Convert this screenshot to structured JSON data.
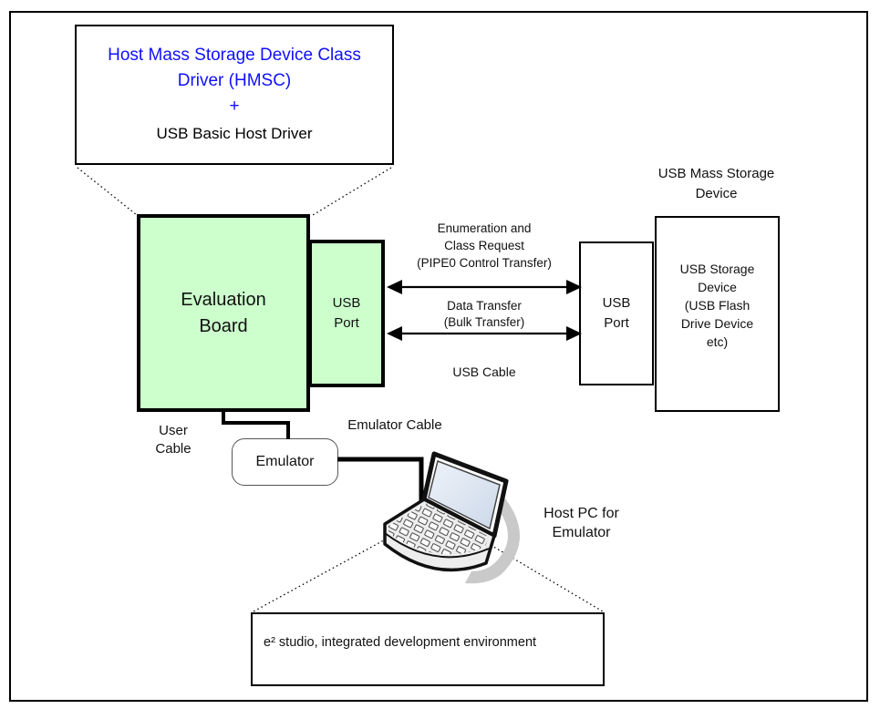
{
  "top_box": {
    "title_line1": "Host Mass Storage Device Class",
    "title_line2": "Driver (HMSC)",
    "plus": "+",
    "subtitle": "USB Basic Host Driver"
  },
  "board": {
    "line1": "Evaluation",
    "line2": "Board"
  },
  "board_port": {
    "line1": "USB",
    "line2": "Port"
  },
  "bus": {
    "control_line1": "Enumeration and",
    "control_line2": "Class Request",
    "control_line3": "(PIPE0 Control Transfer)",
    "data_line1": "Data Transfer",
    "data_line2": "(Bulk Transfer)",
    "cable_label": "USB Cable"
  },
  "device": {
    "title_line1": "USB Mass Storage",
    "title_line2": "Device",
    "port_line1": "USB",
    "port_line2": "Port",
    "storage_line1": "USB Storage",
    "storage_line2": "Device",
    "storage_line3": "(USB Flash",
    "storage_line4": "Drive Device",
    "storage_line5": "etc)"
  },
  "debug": {
    "user_cable_line1": "User",
    "user_cable_line2": "Cable",
    "emulator_label": "Emulator",
    "emulator_cable_label": "Emulator Cable",
    "host_pc_line1": "Host PC for",
    "host_pc_line2": "Emulator"
  },
  "ide": {
    "label": "e² studio, integrated development environment"
  },
  "icons": {
    "laptop": "laptop-icon"
  },
  "colors": {
    "board_fill": "#ccffcc",
    "title_blue": "#1010ff"
  }
}
